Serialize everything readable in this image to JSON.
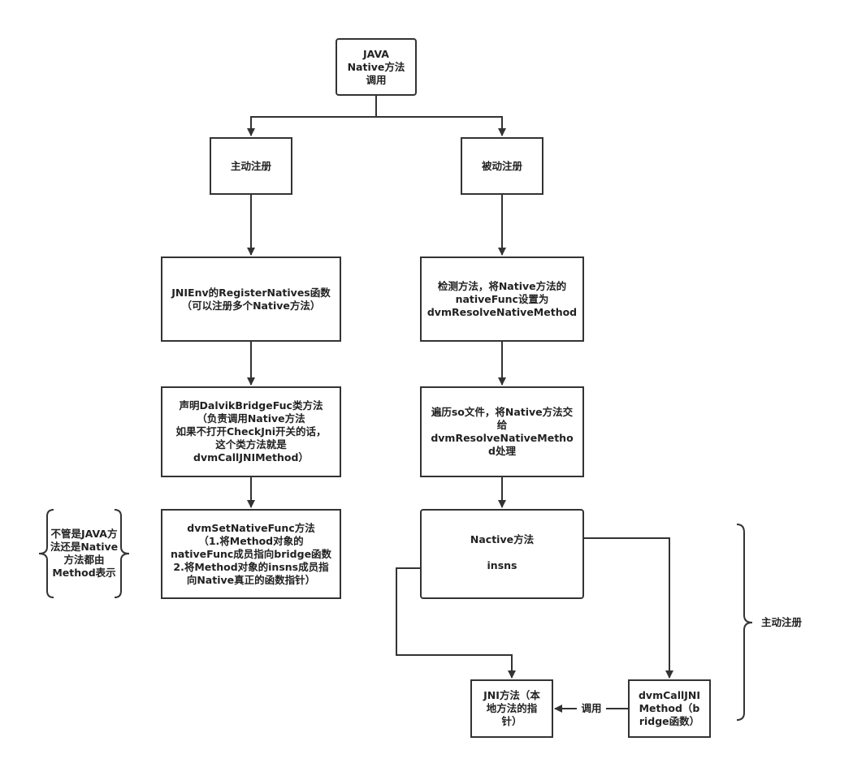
{
  "nodes": {
    "start": "JAVA\nNative方法\n调用",
    "active_reg": "主动注册",
    "passive_reg": "被动注册",
    "jnienv": "JNIEnv的RegisterNatives函数\n（可以注册多个Native方法）",
    "detect": "检测方法，将Native方法的\nnativeFunc设置为\ndvmResolveNativeMethod",
    "declare": "声明DalvikBridgeFuc类方法\n（负责调用Native方法\n如果不打开CheckJni开关的话，\n这个类方法就是\ndvmCallJNIMethod）",
    "traverse": "遍历so文件，将Native方法交\n给\ndvmResolveNativeMetho\nd处理",
    "set_native": "dvmSetNativeFunc方法\n（1.将Method对象的\nnativeFunc成员指向bridge函数\n2.将Method对象的insns成员指\n向Native真正的函数指针）",
    "nactive_title": "Nactive方法",
    "nactive_field": "insns",
    "jni_method": "JNI方法（本\n地方法的指\n针）",
    "dvm_call": "dvmCallJNI\nMethod（b\nridge函数）"
  },
  "annotations": {
    "left_note": "不管是JAVA方\n法还是Native\n方法都由\nMethod表示",
    "right_note": "主动注册",
    "edge_label_call": "调用"
  },
  "colors": {
    "stroke": "#333333",
    "text": "#222222",
    "background": "#ffffff"
  }
}
